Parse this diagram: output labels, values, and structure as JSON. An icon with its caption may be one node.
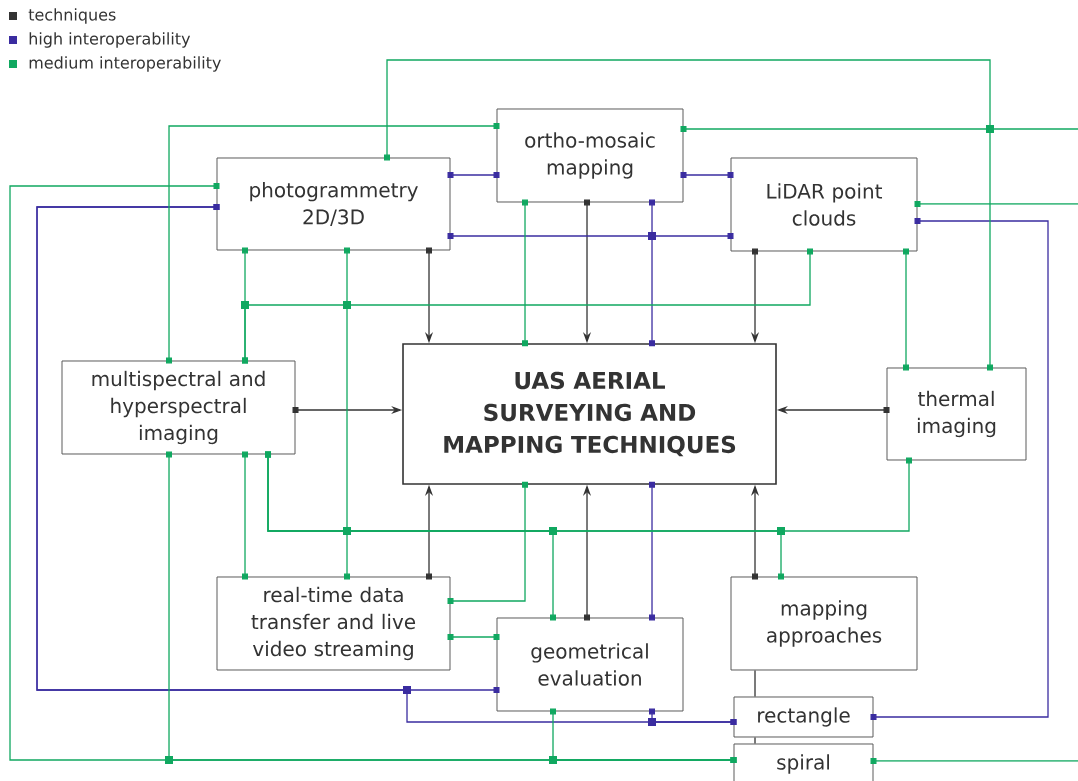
{
  "diagram": {
    "nodes": [
      {
        "text": [
          "ortho-mosaic mapping"
        ]
      },
      {
        "text": [
          "photogrammetry 2D/3D"
        ]
      },
      {
        "text": [
          "LiDAR point clouds"
        ]
      },
      {
        "text": [
          "multispectral and hyperspectral imaging"
        ]
      },
      {
        "text": [
          "UAS AERIAL SURVEYING AND MAPPING TECHNIQUES"
        ]
      },
      {
        "text": [
          "thermal imaging"
        ]
      },
      {
        "text": [
          "real-time data transfer and live video streaming"
        ]
      },
      {
        "text": [
          "geometrical evaluation"
        ]
      },
      {
        "text": [
          "mapping approaches"
        ]
      },
      {
        "text": [
          "rectangle"
        ]
      },
      {
        "text": [
          "spiral"
        ]
      }
    ],
    "edges": [
      {
        "from": 1,
        "to": 4,
        "arrow": "to",
        "color": "#333333"
      },
      {
        "from": 0,
        "to": 4,
        "arrow": "to",
        "color": "#333333"
      },
      {
        "from": 2,
        "to": 4,
        "arrow": "to",
        "color": "#333333"
      },
      {
        "from": 3,
        "to": 4,
        "arrow": "to",
        "color": "#333333"
      },
      {
        "from": 5,
        "to": 4,
        "arrow": "to",
        "color": "#333333"
      },
      {
        "from": 6,
        "to": 4,
        "arrow": "to",
        "color": "#333333"
      },
      {
        "from": 7,
        "to": 4,
        "arrow": "to",
        "color": "#333333"
      },
      {
        "from": 8,
        "to": 4,
        "arrow": "to",
        "color": "#333333"
      },
      {
        "from": 8,
        "to": 9,
        "arrow": "none",
        "color": "#333333"
      },
      {
        "from": 9,
        "to": 10,
        "arrow": "none",
        "color": "#333333"
      },
      {
        "from": 1,
        "to": 0,
        "arrow": "other",
        "color": "#3a2ca0"
      },
      {
        "from": 0,
        "to": 2,
        "arrow": "other",
        "color": "#3a2ca0"
      },
      {
        "from": 1,
        "to": 2,
        "arrow": "other",
        "color": "#3a2ca0"
      },
      {
        "from": 0,
        "to": 4,
        "arrow": "other",
        "color": "#3a2ca0"
      },
      {
        "from": 4,
        "to": 7,
        "arrow": "other",
        "color": "#3a2ca0"
      },
      {
        "from": 1,
        "to": 7,
        "arrow": "other",
        "color": "#3a2ca0"
      },
      {
        "from": 1,
        "to": 9,
        "arrow": "other",
        "color": "#3a2ca0"
      },
      {
        "from": 7,
        "to": 9,
        "arrow": "other",
        "color": "#3a2ca0"
      },
      {
        "from": 2,
        "to": 9,
        "arrow": "other",
        "color": "#3a2ca0"
      },
      {
        "from": 1,
        "to": 5,
        "arrow": "other",
        "color": "#10a860"
      },
      {
        "from": 0,
        "to": null,
        "arrow": "other",
        "color": "#10a860"
      },
      {
        "from": 0,
        "to": 3,
        "arrow": "other",
        "color": "#10a860"
      },
      {
        "from": 1,
        "to": 10,
        "arrow": "other",
        "color": "#10a860"
      },
      {
        "from": 3,
        "to": 10,
        "arrow": "other",
        "color": "#10a860"
      },
      {
        "from": 7,
        "to": 10,
        "arrow": "other",
        "color": "#10a860"
      },
      {
        "from": 2,
        "to": null,
        "arrow": "other",
        "color": "#10a860"
      },
      {
        "from": 10,
        "to": null,
        "arrow": "other",
        "color": "#10a860"
      },
      {
        "from": 1,
        "to": 3,
        "arrow": "other",
        "color": "#10a860"
      },
      {
        "from": 1,
        "to": 6,
        "arrow": "other",
        "color": "#10a860"
      },
      {
        "from": 2,
        "to": 3,
        "arrow": "other",
        "color": "#10a860"
      },
      {
        "from": 0,
        "to": 4,
        "arrow": "other",
        "color": "#10a860"
      },
      {
        "from": 4,
        "to": 6,
        "arrow": "other",
        "color": "#10a860"
      },
      {
        "from": 2,
        "to": 5,
        "arrow": "other",
        "color": "#10a860"
      },
      {
        "from": 3,
        "to": 6,
        "arrow": "other",
        "color": "#10a860"
      },
      {
        "from": 3,
        "to": 5,
        "arrow": "other",
        "color": "#10a860"
      },
      {
        "from": 3,
        "to": 7,
        "arrow": "other",
        "color": "#10a860"
      },
      {
        "from": 3,
        "to": 8,
        "arrow": "other",
        "color": "#10a860"
      },
      {
        "from": 6,
        "to": 7,
        "arrow": "other",
        "color": "#10a860"
      }
    ],
    "legend": [
      {
        "text": "techniques",
        "color": "#333333"
      },
      {
        "text": "high interoperability",
        "color": "#3a2ca0"
      },
      {
        "text": "medium interoperability",
        "color": "#10a860"
      }
    ]
  }
}
